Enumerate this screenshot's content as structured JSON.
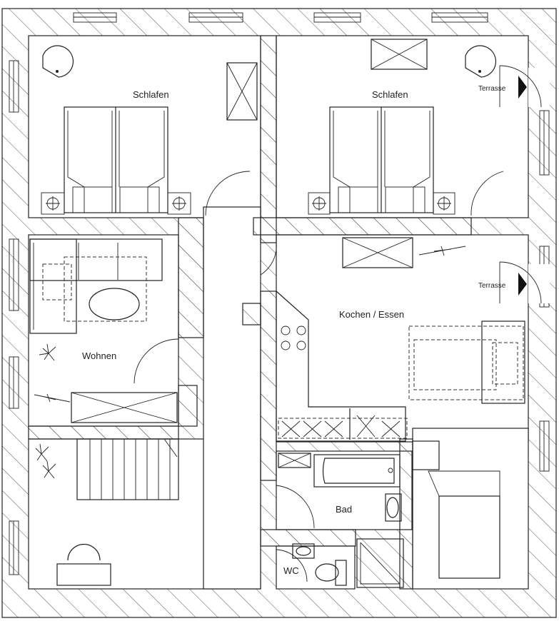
{
  "rooms": {
    "schlafen_1": "Schlafen",
    "schlafen_2": "Schlafen",
    "wohnen": "Wohnen",
    "kochen_essen": "Kochen / Essen",
    "bad": "Bad",
    "wc": "WC"
  },
  "labels": {
    "terrasse_1": "Terrasse",
    "terrasse_2": "Terrasse"
  },
  "colors": {
    "line": "#222222",
    "hatch": "#555555",
    "background": "#ffffff"
  }
}
